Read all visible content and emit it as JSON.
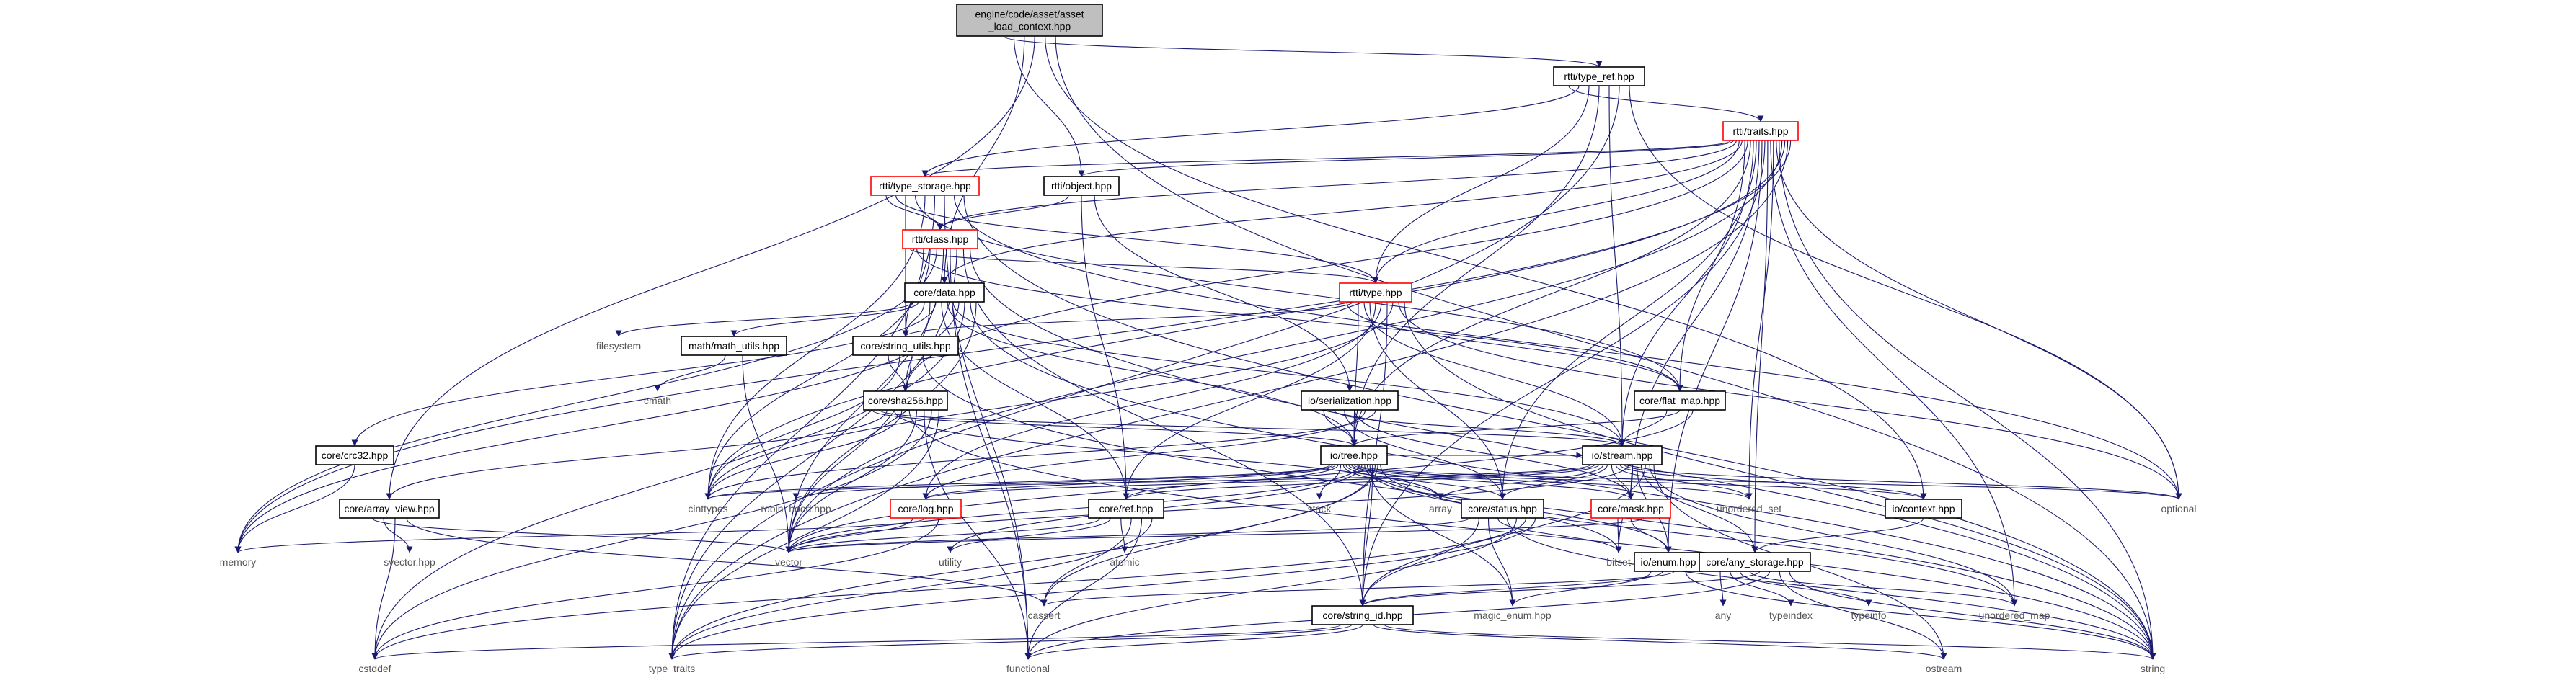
{
  "graph": {
    "colors": {
      "edge": "#191970",
      "root_fill": "#bfbfbf",
      "box_border": "#000000",
      "truncated_border": "#ff0000",
      "external_text": "#555555"
    },
    "nodes": [
      {
        "id": "root",
        "lines": [
          "engine/code/asset/asset",
          "_load_context.hpp"
        ],
        "kind": "root"
      },
      {
        "id": "type_ref",
        "lines": [
          "rtti/type_ref.hpp"
        ],
        "kind": "box"
      },
      {
        "id": "traits",
        "lines": [
          "rtti/traits.hpp"
        ],
        "kind": "truncated"
      },
      {
        "id": "type_storage",
        "lines": [
          "rtti/type_storage.hpp"
        ],
        "kind": "truncated"
      },
      {
        "id": "object",
        "lines": [
          "rtti/object.hpp"
        ],
        "kind": "box"
      },
      {
        "id": "class",
        "lines": [
          "rtti/class.hpp"
        ],
        "kind": "truncated"
      },
      {
        "id": "data",
        "lines": [
          "core/data.hpp"
        ],
        "kind": "box"
      },
      {
        "id": "type",
        "lines": [
          "rtti/type.hpp"
        ],
        "kind": "truncated"
      },
      {
        "id": "filesystem",
        "lines": [
          "filesystem"
        ],
        "kind": "external"
      },
      {
        "id": "math_utils",
        "lines": [
          "math/math_utils.hpp"
        ],
        "kind": "box"
      },
      {
        "id": "string_utils",
        "lines": [
          "core/string_utils.hpp"
        ],
        "kind": "box"
      },
      {
        "id": "cmath",
        "lines": [
          "cmath"
        ],
        "kind": "external"
      },
      {
        "id": "serialization",
        "lines": [
          "io/serialization.hpp"
        ],
        "kind": "box"
      },
      {
        "id": "flat_map",
        "lines": [
          "core/flat_map.hpp"
        ],
        "kind": "box"
      },
      {
        "id": "sha256",
        "lines": [
          "core/sha256.hpp"
        ],
        "kind": "box"
      },
      {
        "id": "crc32",
        "lines": [
          "core/crc32.hpp"
        ],
        "kind": "box"
      },
      {
        "id": "tree",
        "lines": [
          "io/tree.hpp"
        ],
        "kind": "box"
      },
      {
        "id": "stream",
        "lines": [
          "io/stream.hpp"
        ],
        "kind": "box"
      },
      {
        "id": "array_view",
        "lines": [
          "core/array_view.hpp"
        ],
        "kind": "box"
      },
      {
        "id": "cinttypes",
        "lines": [
          "cinttypes"
        ],
        "kind": "external"
      },
      {
        "id": "robin_hood",
        "lines": [
          "robin_hood.hpp"
        ],
        "kind": "external"
      },
      {
        "id": "log",
        "lines": [
          "core/log.hpp"
        ],
        "kind": "truncated"
      },
      {
        "id": "ref",
        "lines": [
          "core/ref.hpp"
        ],
        "kind": "box"
      },
      {
        "id": "stack",
        "lines": [
          "stack"
        ],
        "kind": "external"
      },
      {
        "id": "array",
        "lines": [
          "array"
        ],
        "kind": "external"
      },
      {
        "id": "status",
        "lines": [
          "core/status.hpp"
        ],
        "kind": "box"
      },
      {
        "id": "mask",
        "lines": [
          "core/mask.hpp"
        ],
        "kind": "truncated"
      },
      {
        "id": "unordered_set",
        "lines": [
          "unordered_set"
        ],
        "kind": "external"
      },
      {
        "id": "context",
        "lines": [
          "io/context.hpp"
        ],
        "kind": "box"
      },
      {
        "id": "optional",
        "lines": [
          "optional"
        ],
        "kind": "external"
      },
      {
        "id": "memory",
        "lines": [
          "memory"
        ],
        "kind": "external"
      },
      {
        "id": "svector",
        "lines": [
          "svector.hpp"
        ],
        "kind": "external"
      },
      {
        "id": "vector",
        "lines": [
          "vector"
        ],
        "kind": "external"
      },
      {
        "id": "utility",
        "lines": [
          "utility"
        ],
        "kind": "external"
      },
      {
        "id": "atomic",
        "lines": [
          "atomic"
        ],
        "kind": "external"
      },
      {
        "id": "bitset",
        "lines": [
          "bitset"
        ],
        "kind": "external"
      },
      {
        "id": "enum",
        "lines": [
          "io/enum.hpp"
        ],
        "kind": "box"
      },
      {
        "id": "any_storage",
        "lines": [
          "core/any_storage.hpp"
        ],
        "kind": "box"
      },
      {
        "id": "cassert",
        "lines": [
          "cassert"
        ],
        "kind": "external"
      },
      {
        "id": "magic_enum",
        "lines": [
          "magic_enum.hpp"
        ],
        "kind": "external"
      },
      {
        "id": "any",
        "lines": [
          "any"
        ],
        "kind": "external"
      },
      {
        "id": "typeindex",
        "lines": [
          "typeindex"
        ],
        "kind": "external"
      },
      {
        "id": "typeinfo",
        "lines": [
          "typeinfo"
        ],
        "kind": "external"
      },
      {
        "id": "unordered_map",
        "lines": [
          "unordered_map"
        ],
        "kind": "external"
      },
      {
        "id": "string_id",
        "lines": [
          "core/string_id.hpp"
        ],
        "kind": "box"
      },
      {
        "id": "cstddef",
        "lines": [
          "cstddef"
        ],
        "kind": "external"
      },
      {
        "id": "type_traits",
        "lines": [
          "type_traits"
        ],
        "kind": "external"
      },
      {
        "id": "functional",
        "lines": [
          "functional"
        ],
        "kind": "external"
      },
      {
        "id": "ostream",
        "lines": [
          "ostream"
        ],
        "kind": "external"
      },
      {
        "id": "string",
        "lines": [
          "string"
        ],
        "kind": "external"
      }
    ],
    "edges": [
      [
        "root",
        "type_ref"
      ],
      [
        "root",
        "object"
      ],
      [
        "root",
        "data"
      ],
      [
        "root",
        "array_view"
      ],
      [
        "root",
        "context"
      ],
      [
        "root",
        "string"
      ],
      [
        "type_ref",
        "traits"
      ],
      [
        "type_ref",
        "type_storage"
      ],
      [
        "type_ref",
        "type"
      ],
      [
        "type_ref",
        "tree"
      ],
      [
        "type_ref",
        "stream"
      ],
      [
        "type_ref",
        "type_traits"
      ],
      [
        "type_ref",
        "optional"
      ],
      [
        "traits",
        "type_storage"
      ],
      [
        "traits",
        "object"
      ],
      [
        "traits",
        "class"
      ],
      [
        "traits",
        "type"
      ],
      [
        "traits",
        "data"
      ],
      [
        "traits",
        "flat_map"
      ],
      [
        "traits",
        "sha256"
      ],
      [
        "traits",
        "tree"
      ],
      [
        "traits",
        "stream"
      ],
      [
        "traits",
        "status"
      ],
      [
        "traits",
        "mask"
      ],
      [
        "traits",
        "enum"
      ],
      [
        "traits",
        "string_id"
      ],
      [
        "traits",
        "any_storage"
      ],
      [
        "traits",
        "unordered_map"
      ],
      [
        "traits",
        "unordered_set"
      ],
      [
        "traits",
        "optional"
      ],
      [
        "traits",
        "string"
      ],
      [
        "traits",
        "vector"
      ],
      [
        "traits",
        "cinttypes"
      ],
      [
        "traits",
        "type_traits"
      ],
      [
        "traits",
        "memory"
      ],
      [
        "type_storage",
        "class"
      ],
      [
        "type_storage",
        "type"
      ],
      [
        "type_storage",
        "string_utils"
      ],
      [
        "type_storage",
        "flat_map"
      ],
      [
        "type_storage",
        "cinttypes"
      ],
      [
        "type_storage",
        "type_traits"
      ],
      [
        "type_storage",
        "functional"
      ],
      [
        "type_storage",
        "optional"
      ],
      [
        "type_storage",
        "string"
      ],
      [
        "object",
        "class"
      ],
      [
        "object",
        "ref"
      ],
      [
        "object",
        "serialization"
      ],
      [
        "class",
        "type"
      ],
      [
        "class",
        "flat_map"
      ],
      [
        "class",
        "string_utils"
      ],
      [
        "class",
        "cinttypes"
      ],
      [
        "class",
        "memory"
      ],
      [
        "class",
        "vector"
      ],
      [
        "class",
        "functional"
      ],
      [
        "class",
        "type_traits"
      ],
      [
        "class",
        "string_id"
      ],
      [
        "class",
        "string"
      ],
      [
        "data",
        "filesystem"
      ],
      [
        "data",
        "math_utils"
      ],
      [
        "data",
        "string_utils"
      ],
      [
        "data",
        "sha256"
      ],
      [
        "data",
        "crc32"
      ],
      [
        "data",
        "ref"
      ],
      [
        "data",
        "tree"
      ],
      [
        "data",
        "stream"
      ],
      [
        "data",
        "memory"
      ],
      [
        "data",
        "cstddef"
      ],
      [
        "data",
        "string"
      ],
      [
        "data",
        "vector"
      ],
      [
        "type",
        "flat_map"
      ],
      [
        "type",
        "string_utils"
      ],
      [
        "type",
        "tree"
      ],
      [
        "type",
        "stream"
      ],
      [
        "type",
        "status"
      ],
      [
        "type",
        "ref"
      ],
      [
        "type",
        "log"
      ],
      [
        "type",
        "string_id"
      ],
      [
        "type",
        "cinttypes"
      ],
      [
        "type",
        "optional"
      ],
      [
        "type",
        "string"
      ],
      [
        "math_utils",
        "cmath"
      ],
      [
        "math_utils",
        "vector"
      ],
      [
        "string_utils",
        "sha256"
      ],
      [
        "string_utils",
        "cinttypes"
      ],
      [
        "string_utils",
        "vector"
      ],
      [
        "string_utils",
        "string"
      ],
      [
        "serialization",
        "tree"
      ],
      [
        "serialization",
        "stream"
      ],
      [
        "serialization",
        "status"
      ],
      [
        "serialization",
        "mask"
      ],
      [
        "serialization",
        "log"
      ],
      [
        "serialization",
        "cinttypes"
      ],
      [
        "flat_map",
        "stream"
      ],
      [
        "flat_map",
        "tree"
      ],
      [
        "flat_map",
        "vector"
      ],
      [
        "sha256",
        "tree"
      ],
      [
        "sha256",
        "stream"
      ],
      [
        "sha256",
        "array_view"
      ],
      [
        "sha256",
        "array"
      ],
      [
        "sha256",
        "cinttypes"
      ],
      [
        "sha256",
        "string"
      ],
      [
        "sha256",
        "vector"
      ],
      [
        "sha256",
        "functional"
      ],
      [
        "sha256",
        "cstddef"
      ],
      [
        "sha256",
        "type_traits"
      ],
      [
        "crc32",
        "memory"
      ],
      [
        "tree",
        "stream"
      ],
      [
        "tree",
        "cinttypes"
      ],
      [
        "tree",
        "robin_hood"
      ],
      [
        "tree",
        "log"
      ],
      [
        "tree",
        "ref"
      ],
      [
        "tree",
        "stack"
      ],
      [
        "tree",
        "array"
      ],
      [
        "tree",
        "status"
      ],
      [
        "tree",
        "mask"
      ],
      [
        "tree",
        "unordered_set"
      ],
      [
        "tree",
        "context"
      ],
      [
        "tree",
        "optional"
      ],
      [
        "tree",
        "vector"
      ],
      [
        "tree",
        "utility"
      ],
      [
        "tree",
        "bitset"
      ],
      [
        "tree",
        "enum"
      ],
      [
        "tree",
        "magic_enum"
      ],
      [
        "tree",
        "string_id"
      ],
      [
        "tree",
        "cassert"
      ],
      [
        "tree",
        "type_traits"
      ],
      [
        "tree",
        "unordered_map"
      ],
      [
        "stream",
        "cinttypes"
      ],
      [
        "stream",
        "log"
      ],
      [
        "stream",
        "ref"
      ],
      [
        "stream",
        "array"
      ],
      [
        "stream",
        "status"
      ],
      [
        "stream",
        "mask"
      ],
      [
        "stream",
        "unordered_set"
      ],
      [
        "stream",
        "context"
      ],
      [
        "stream",
        "optional"
      ],
      [
        "stream",
        "vector"
      ],
      [
        "stream",
        "bitset"
      ],
      [
        "stream",
        "enum"
      ],
      [
        "stream",
        "any_storage"
      ],
      [
        "stream",
        "string_id"
      ],
      [
        "stream",
        "unordered_map"
      ],
      [
        "stream",
        "ostream"
      ],
      [
        "array_view",
        "vector"
      ],
      [
        "array_view",
        "svector"
      ],
      [
        "array_view",
        "cstddef"
      ],
      [
        "array_view",
        "cassert"
      ],
      [
        "log",
        "vector"
      ],
      [
        "log",
        "memory"
      ],
      [
        "log",
        "cstddef"
      ],
      [
        "ref",
        "vector"
      ],
      [
        "ref",
        "utility"
      ],
      [
        "ref",
        "atomic"
      ],
      [
        "ref",
        "cassert"
      ],
      [
        "ref",
        "functional"
      ],
      [
        "ref",
        "type_traits"
      ],
      [
        "status",
        "vector"
      ],
      [
        "status",
        "string_id"
      ],
      [
        "status",
        "magic_enum"
      ],
      [
        "status",
        "bitset"
      ],
      [
        "status",
        "string"
      ],
      [
        "status",
        "functional"
      ],
      [
        "status",
        "cstddef"
      ],
      [
        "status",
        "type_traits"
      ],
      [
        "mask",
        "bitset"
      ],
      [
        "mask",
        "enum"
      ],
      [
        "mask",
        "vector"
      ],
      [
        "context",
        "any_storage"
      ],
      [
        "enum",
        "magic_enum"
      ],
      [
        "enum",
        "string_id"
      ],
      [
        "enum",
        "cassert"
      ],
      [
        "enum",
        "string"
      ],
      [
        "any_storage",
        "any"
      ],
      [
        "any_storage",
        "typeindex"
      ],
      [
        "any_storage",
        "typeinfo"
      ],
      [
        "any_storage",
        "unordered_map"
      ],
      [
        "any_storage",
        "string_id"
      ],
      [
        "any_storage",
        "functional"
      ],
      [
        "any_storage",
        "ostream"
      ],
      [
        "any_storage",
        "string"
      ],
      [
        "string_id",
        "cstddef"
      ],
      [
        "string_id",
        "type_traits"
      ],
      [
        "string_id",
        "functional"
      ],
      [
        "string_id",
        "ostream"
      ],
      [
        "string_id",
        "string"
      ]
    ]
  }
}
